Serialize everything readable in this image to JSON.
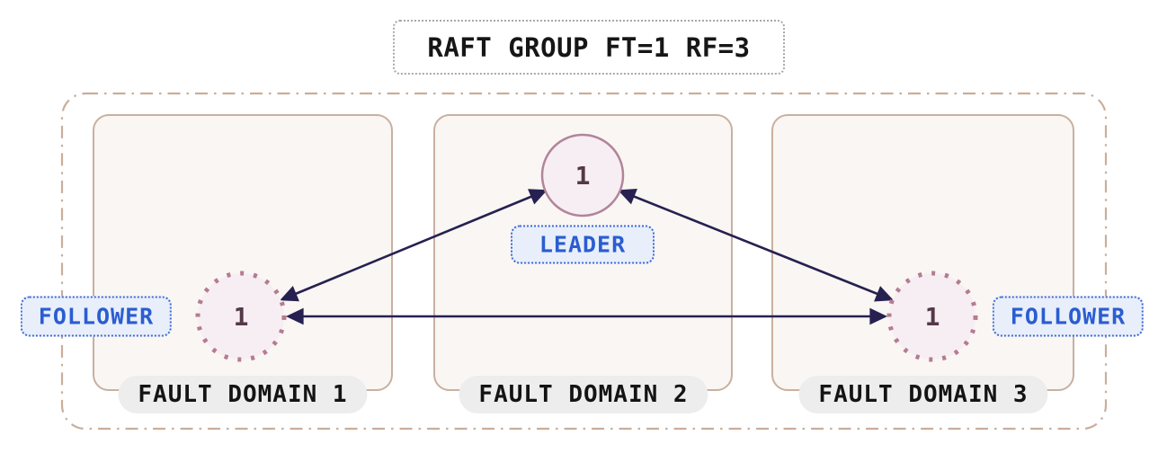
{
  "title": "RAFT GROUP FT=1 RF=3",
  "group": {
    "domains": [
      {
        "label": "FAULT DOMAIN 1",
        "node": {
          "id": "1",
          "role": "FOLLOWER"
        }
      },
      {
        "label": "FAULT DOMAIN 2",
        "node": {
          "id": "1",
          "role": "LEADER"
        }
      },
      {
        "label": "FAULT DOMAIN 3",
        "node": {
          "id": "1",
          "role": "FOLLOWER"
        }
      }
    ]
  },
  "colors": {
    "arrow": "#262150",
    "leader_circle_stroke": "#b2849a",
    "follower_circle_stroke": "#b57b92",
    "node_fill": "#f6eef3",
    "node_id_text": "#543848",
    "badge_bg": "#e8effb",
    "badge_border": "#3f6ad4",
    "badge_text": "#2b5dd0",
    "domain_box_border": "#c9b0a0",
    "domain_box_fill": "#faf6f3",
    "group_boundary_border": "#c9ae9b",
    "label_pill_bg": "#ededed",
    "title_border": "#a8a8a8"
  }
}
